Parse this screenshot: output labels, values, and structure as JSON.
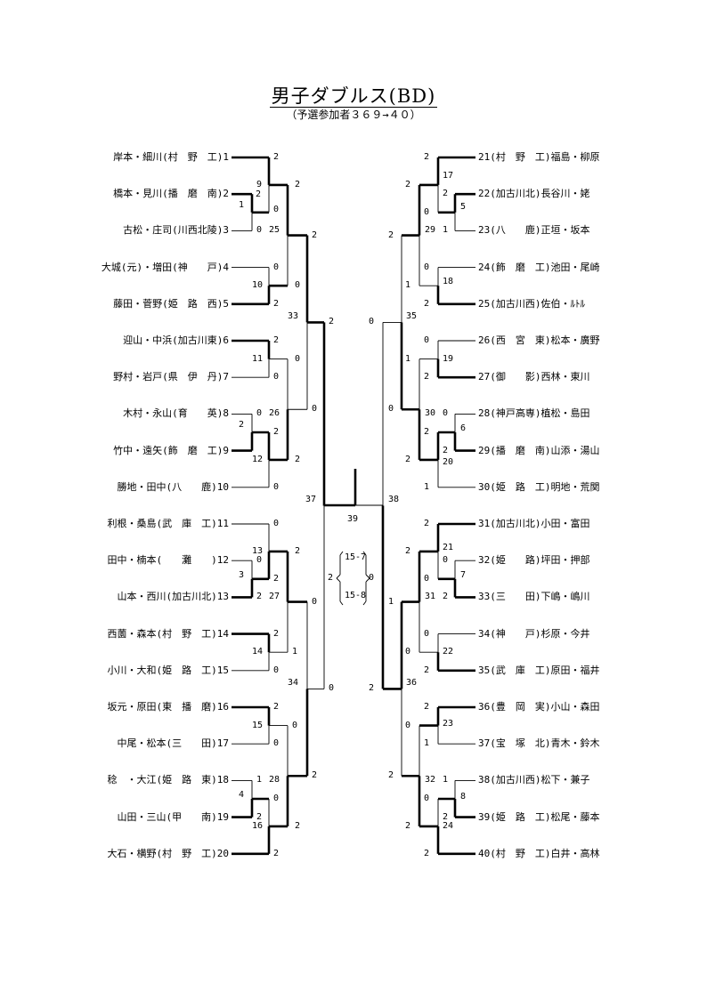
{
  "title": "男子ダブルス(BD)",
  "subtitle": "（予選参加者３６９→４０）",
  "left_entries": [
    "岸本・細川(村　野　工)1",
    "橋本・見川(播　磨　南)2",
    "古松・庄司(川西北陵)3",
    "大城(元)・増田(神　　戸)4",
    "藤田・菅野(姫　路　西)5",
    "迎山・中浜(加古川東)6",
    "野村・岩戸(県　伊　丹)7",
    "木村・永山(育　　英)8",
    "竹中・遠矢(飾　磨　工)9",
    "勝地・田中(八　　鹿)10",
    "利根・桑島(武　庫　工)11",
    "田中・楠本(　　灘　　)12",
    "山本・西川(加古川北)13",
    "西薗・森本(村　野　工)14",
    "小川・大和(姫　路　工)15",
    "坂元・原田(東　播　磨)16",
    "中尾・松本(三　　田)17",
    "稔　・大江(姫　路　東)18",
    "山田・三山(甲　　南)19",
    "大石・横野(村　野　工)20"
  ],
  "right_entries": [
    "21(村　野　工)福島・柳原",
    "22(加古川北)長谷川・姥",
    "23(八　　鹿)正垣・坂本",
    "24(飾　磨　工)池田・尾崎",
    "25(加古川西)佐伯・ﾙﾄﾙ",
    "26(西　宮　東)松本・廣野",
    "27(御　　影)西林・東川",
    "28(神戸高専)植松・島田",
    "29(播　磨　南)山添・湯山",
    "30(姫　路　工)明地・荒関",
    "31(加古川北)小田・富田",
    "32(姫　　路)坪田・押部",
    "33(三　　田)下嶋・嶋川",
    "34(神　　戸)杉原・今井",
    "35(武　庫　工)原田・福井",
    "36(豊　岡　実)小山・森田",
    "37(宝　塚　北)青木・鈴木",
    "38(加古川西)松下・兼子",
    "39(姫　路　工)松尾・藤本",
    "40(村　野　工)白井・高林"
  ],
  "matches": {
    "m1": "1",
    "m2": "2",
    "m3": "3",
    "m4": "4",
    "m5": "5",
    "m6": "6",
    "m7": "7",
    "m8": "8",
    "m9": "9",
    "m10": "10",
    "m11": "11",
    "m12": "12",
    "m13": "13",
    "m14": "14",
    "m15": "15",
    "m16": "16",
    "m17": "17",
    "m18": "18",
    "m19": "19",
    "m20": "20",
    "m21": "21",
    "m22": "22",
    "m23": "23",
    "m24": "24",
    "m25": "25",
    "m26": "26",
    "m27": "27",
    "m28": "28",
    "m29": "29",
    "m30": "30",
    "m31": "31",
    "m32": "32",
    "m33": "33",
    "m34": "34",
    "m35": "35",
    "m36": "36",
    "m37": "37",
    "m38": "38",
    "m39": "39"
  },
  "final_scores": [
    "15-7",
    "15-8"
  ],
  "score_marks": {
    "win": "2",
    "loss": "0",
    "one": "1"
  }
}
